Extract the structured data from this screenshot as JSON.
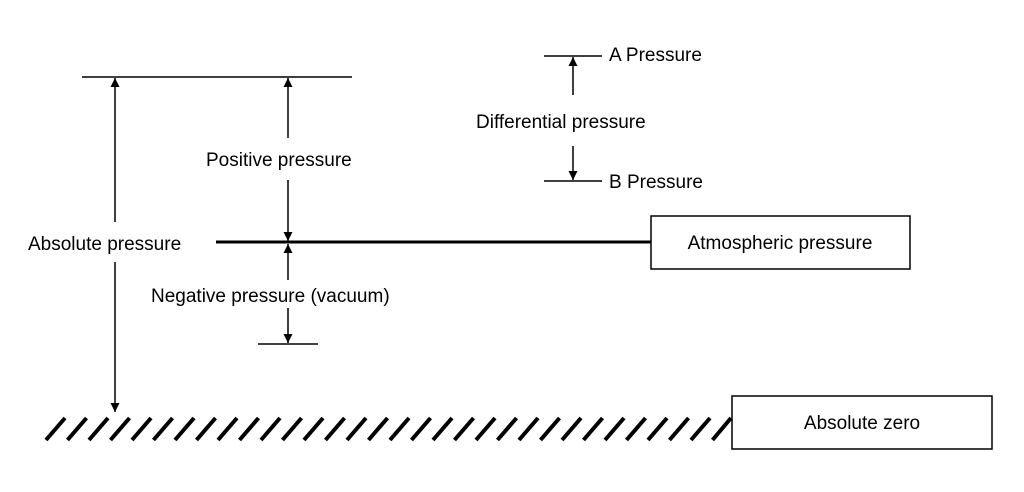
{
  "labels": {
    "absolute_pressure": "Absolute pressure",
    "positive_pressure": "Positive pressure",
    "negative_pressure": "Negative pressure (vacuum)",
    "differential_pressure": "Differential pressure",
    "a_pressure": "A Pressure",
    "b_pressure": "B Pressure",
    "atmospheric_pressure": "Atmospheric pressure",
    "absolute_zero": "Absolute zero"
  },
  "colors": {
    "ink": "#000000",
    "background": "#ffffff"
  }
}
